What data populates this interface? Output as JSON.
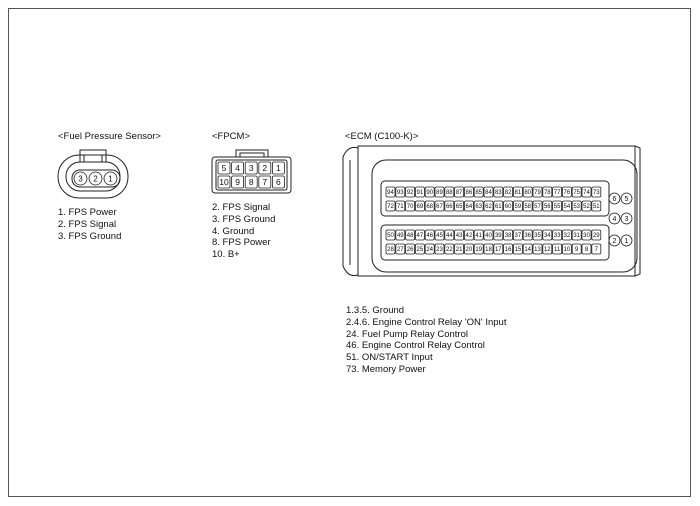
{
  "fuel_pressure_sensor": {
    "title": "<Fuel Pressure Sensor>",
    "pins": [
      "3",
      "2",
      "1"
    ],
    "legend": [
      "1. FPS Power",
      "2. FPS Signal",
      "3. FPS Ground"
    ]
  },
  "fpcm": {
    "title": "<FPCM>",
    "pins_top": [
      "5",
      "4",
      "3",
      "2",
      "1"
    ],
    "pins_bottom": [
      "10",
      "9",
      "8",
      "7",
      "6"
    ],
    "legend": [
      "2. FPS Signal",
      "3. FPS Ground",
      "4. Ground",
      "8. FPS Power",
      "10. B+"
    ]
  },
  "ecm": {
    "title": "<ECM (C100-K)>",
    "row1": [
      "94",
      "93",
      "92",
      "91",
      "90",
      "89",
      "88",
      "87",
      "86",
      "85",
      "84",
      "83",
      "82",
      "81",
      "80",
      "79",
      "78",
      "77",
      "76",
      "75",
      "74",
      "73"
    ],
    "row2": [
      "72",
      "71",
      "70",
      "69",
      "68",
      "67",
      "66",
      "65",
      "64",
      "63",
      "62",
      "61",
      "60",
      "59",
      "58",
      "57",
      "56",
      "55",
      "54",
      "53",
      "52",
      "51"
    ],
    "row3": [
      "50",
      "49",
      "48",
      "47",
      "46",
      "45",
      "44",
      "43",
      "42",
      "41",
      "40",
      "39",
      "38",
      "37",
      "36",
      "35",
      "34",
      "33",
      "32",
      "31",
      "30",
      "29"
    ],
    "row4": [
      "28",
      "27",
      "26",
      "25",
      "24",
      "23",
      "22",
      "21",
      "20",
      "19",
      "18",
      "17",
      "16",
      "15",
      "14",
      "13",
      "12",
      "11",
      "10",
      "9",
      "8",
      "7"
    ],
    "side_pins": [
      [
        "6",
        "5"
      ],
      [
        "4",
        "3"
      ],
      [
        "2",
        "1"
      ]
    ],
    "legend": [
      "1.3.5. Ground",
      "2.4.6. Engine Control Relay 'ON' Input",
      "24. Fuel Pump Relay Control",
      "46. Engine Control Relay Control",
      "51. ON/START Input",
      "73. Memory Power"
    ]
  }
}
